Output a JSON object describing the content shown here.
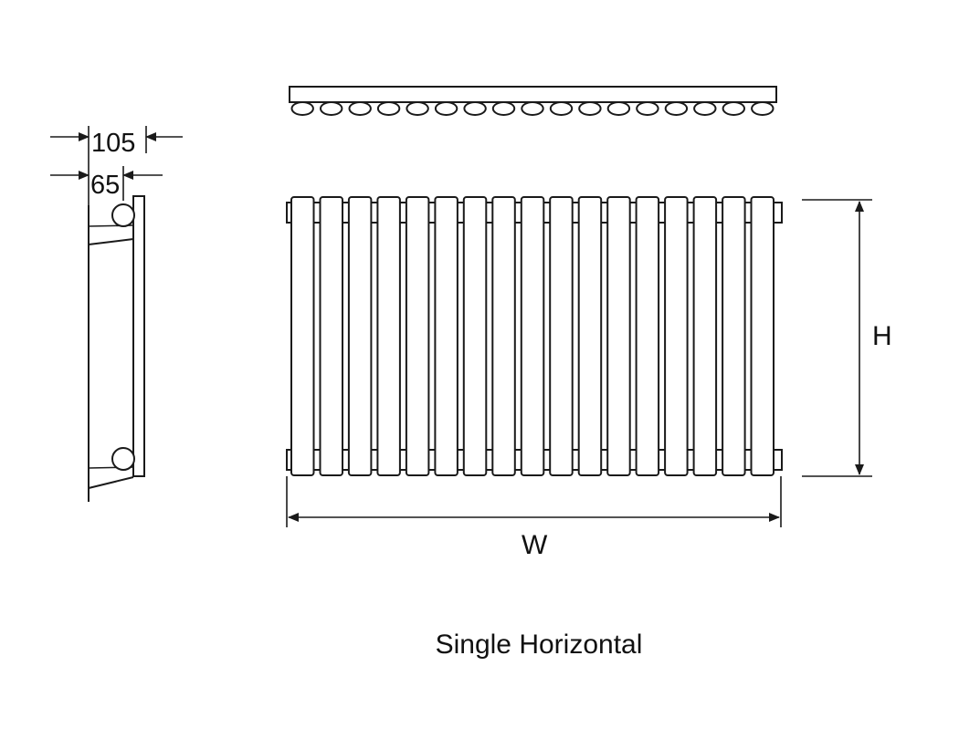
{
  "caption": "Single Horizontal",
  "side_view": {
    "depth_total": "105",
    "depth_pipe": "65"
  },
  "front_view": {
    "height_label": "H",
    "width_label": "W",
    "column_count": 17
  },
  "colors": {
    "stroke": "#1a1a1a",
    "background": "#ffffff"
  }
}
